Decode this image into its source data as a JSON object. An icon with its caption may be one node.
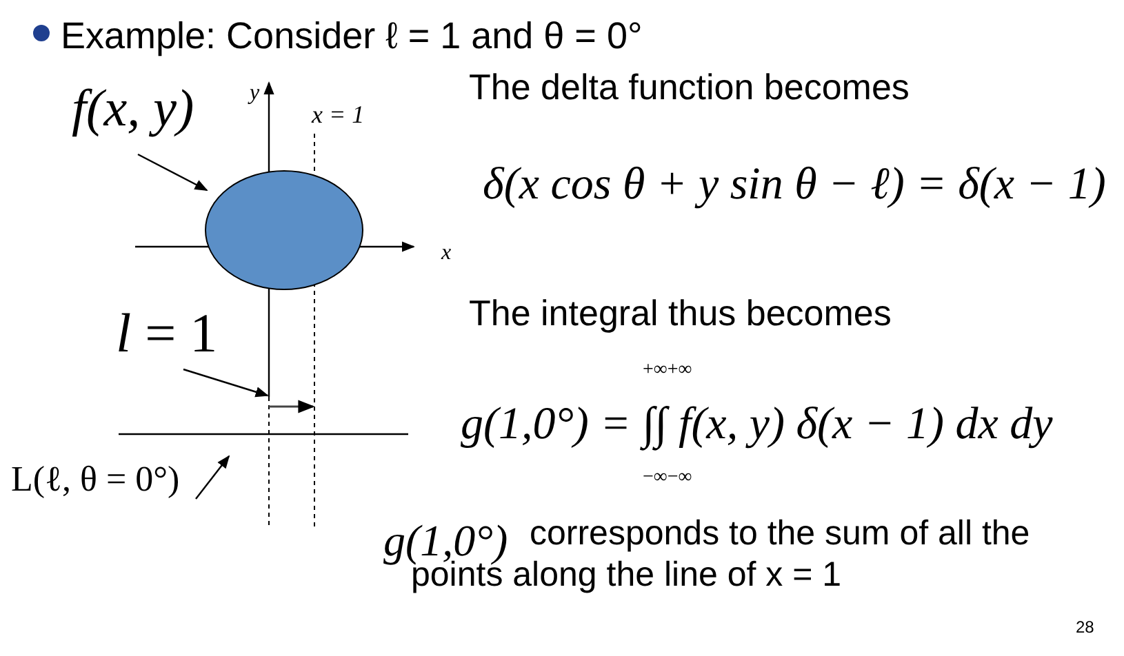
{
  "diagram": {
    "nodes": [
      {
        "text": [
          "f(x, y)"
        ]
      },
      {
        "text": [],
        "shape": "ellipse"
      },
      {
        "text": [
          "*l* = 1"
        ]
      },
      {
        "text": [
          "L(ℓ, θ = 0°)"
        ]
      }
    ],
    "edges": [
      {
        "from": 0,
        "to": 1,
        "arrow": "to"
      },
      {
        "from": 2,
        "to": null,
        "arrow": "to"
      },
      {
        "from": 3,
        "to": null,
        "arrow": "to"
      }
    ],
    "labels": [
      "Example: Consider ℓ = 1 and θ = 0°",
      "The delta function becomes",
      "δ(x cos θ + y sin θ − ℓ) = δ(x − 1)",
      "The integral thus becomes",
      "+∞+∞",
      "g(1,0°) = ∫∫ f(x, y) δ(x − 1) dx dy",
      "−∞−∞",
      "y",
      "x = 1",
      "x",
      "g(1,0°)",
      "corresponds to the sum of all the points along the line of x = 1",
      "28"
    ]
  }
}
